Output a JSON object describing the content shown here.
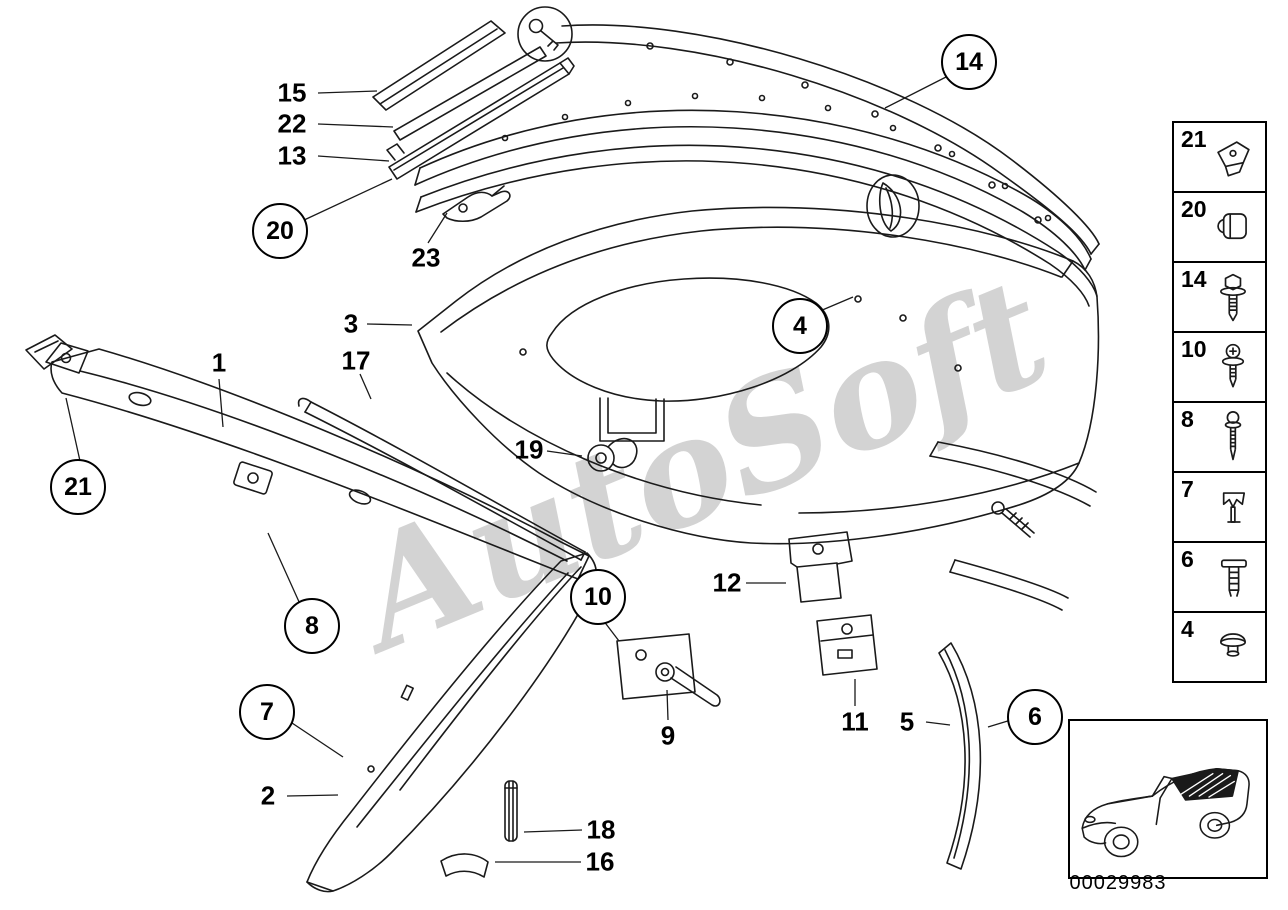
{
  "watermark": "AutoSoft",
  "footer": {
    "drawing_number": "00029983"
  },
  "colors": {
    "line": "#1a1a1a",
    "watermark": "#b9b9b9"
  },
  "callouts": [
    {
      "label": "15",
      "style": "plain"
    },
    {
      "label": "22",
      "style": "plain"
    },
    {
      "label": "13",
      "style": "plain"
    },
    {
      "label": "20",
      "style": "circled"
    },
    {
      "label": "23",
      "style": "plain"
    },
    {
      "label": "3",
      "style": "plain"
    },
    {
      "label": "17",
      "style": "plain"
    },
    {
      "label": "1",
      "style": "plain"
    },
    {
      "label": "21",
      "style": "circled"
    },
    {
      "label": "19",
      "style": "plain"
    },
    {
      "label": "14",
      "style": "circled"
    },
    {
      "label": "4",
      "style": "circled"
    },
    {
      "label": "8",
      "style": "circled"
    },
    {
      "label": "10",
      "style": "circled"
    },
    {
      "label": "12",
      "style": "plain"
    },
    {
      "label": "9",
      "style": "plain"
    },
    {
      "label": "11",
      "style": "plain"
    },
    {
      "label": "5",
      "style": "plain"
    },
    {
      "label": "6",
      "style": "circled"
    },
    {
      "label": "7",
      "style": "circled"
    },
    {
      "label": "2",
      "style": "plain"
    },
    {
      "label": "18",
      "style": "plain"
    },
    {
      "label": "16",
      "style": "plain"
    }
  ],
  "legend": {
    "items": [
      {
        "label": "21",
        "icon": "mounting-clip-icon"
      },
      {
        "label": "20",
        "icon": "sheet-clip-icon"
      },
      {
        "label": "14",
        "icon": "hex-screw-icon"
      },
      {
        "label": "10",
        "icon": "torx-screw-icon"
      },
      {
        "label": "8",
        "icon": "tapping-screw-icon"
      },
      {
        "label": "7",
        "icon": "retaining-clip-icon"
      },
      {
        "label": "6",
        "icon": "expansion-rivet-icon"
      },
      {
        "label": "4",
        "icon": "blind-plug-icon"
      }
    ]
  }
}
